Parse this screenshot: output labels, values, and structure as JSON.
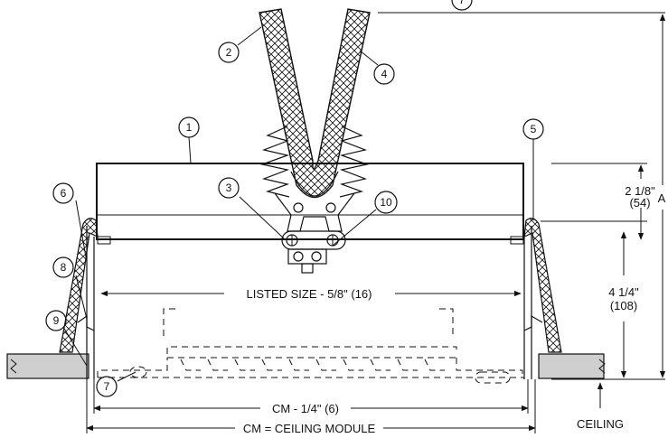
{
  "callouts": [
    "1",
    "2",
    "3",
    "4",
    "5",
    "6",
    "7",
    "8",
    "9",
    "10"
  ],
  "dimensions": {
    "listed_size": "LISTED SIZE - 5/8\" (16)",
    "cm_minus": "CM - 1/4\" (6)",
    "cm_module": "CM = CEILING MODULE",
    "height_top_in": "2 1/8\"",
    "height_top_mm": "(54)",
    "height_bottom_in": "4 1/4\"",
    "height_bottom_mm": "(108)",
    "overall_label": "A"
  },
  "labels": {
    "ceiling": "CEILING"
  }
}
